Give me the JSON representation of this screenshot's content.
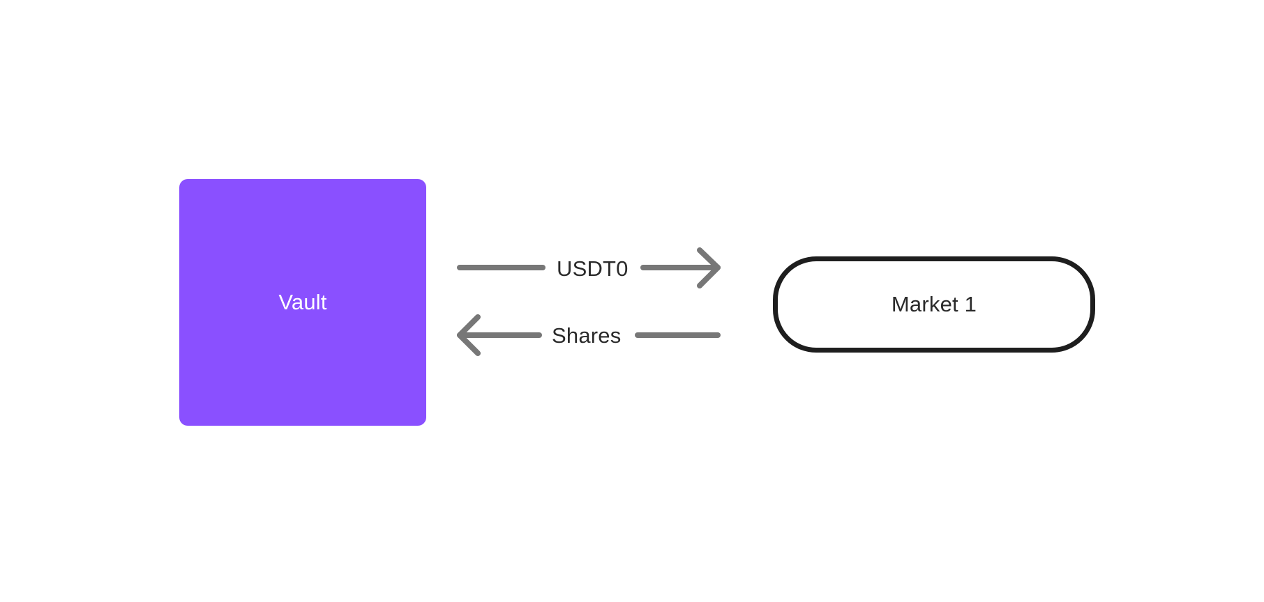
{
  "nodes": {
    "vault": {
      "label": "Vault",
      "color": "#8a50ff"
    },
    "market": {
      "label": "Market 1",
      "border_color": "#1e1e1e"
    }
  },
  "edges": {
    "deposit": {
      "label": "USDT0",
      "direction": "vault-to-market"
    },
    "return": {
      "label": "Shares",
      "direction": "market-to-vault"
    }
  },
  "colors": {
    "arrow": "#777777",
    "text": "#2a2a2a",
    "background": "#ffffff"
  }
}
